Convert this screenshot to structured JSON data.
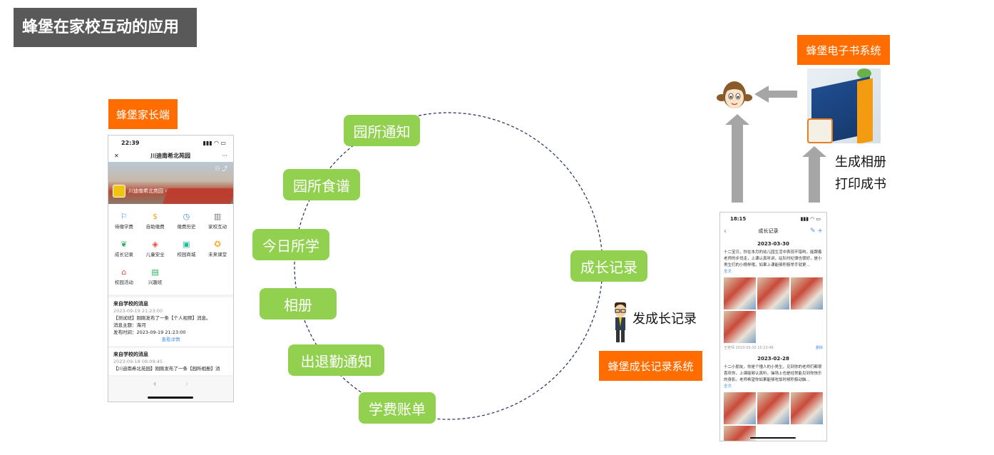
{
  "title": "蜂堡在家校互动的应用",
  "parent_app": {
    "label": "蜂堡家长端",
    "phone": {
      "status_time": "22:39",
      "nav_title": "川迪南希北苑园",
      "school_name": "川迪南希北苑园",
      "grid": [
        {
          "label": "待缴学费",
          "icon": "flag-icon",
          "symbol": "⚐",
          "color": "#4a90e2"
        },
        {
          "label": "自助缴费",
          "icon": "dollar-icon",
          "symbol": "$",
          "color": "#f5a623"
        },
        {
          "label": "缴费历史",
          "icon": "history-icon",
          "symbol": "◷",
          "color": "#4a90e2"
        },
        {
          "label": "家校互动",
          "icon": "building-icon",
          "symbol": "▥",
          "color": "#777777"
        },
        {
          "label": "成长记录",
          "icon": "sprout-icon",
          "symbol": "❦",
          "color": "#27ae60"
        },
        {
          "label": "儿童安全",
          "icon": "shield-icon",
          "symbol": "◈",
          "color": "#e74c3c"
        },
        {
          "label": "校园商城",
          "icon": "bag-icon",
          "symbol": "▣",
          "color": "#1abc9c"
        },
        {
          "label": "未来课堂",
          "icon": "bee-icon",
          "symbol": "✪",
          "color": "#f5a623"
        },
        {
          "label": "校园活动",
          "icon": "house-icon",
          "symbol": "⌂",
          "color": "#e74c3c"
        },
        {
          "label": "兴趣班",
          "icon": "badge-icon",
          "symbol": "▤",
          "color": "#27ae60"
        }
      ],
      "messages": [
        {
          "heading": "来自学校的消息",
          "time": "2023-09-19 21:23:00",
          "line1": "【测试班】刚刚发布了一条【个人视频】消息。",
          "line2": "消息主题：海河",
          "line3": "发布时间：2023-09-19 21:23:00",
          "link": "查看详情"
        },
        {
          "heading": "来自学校的消息",
          "time": "2023-09-18 08:09:45",
          "line1": "【川迪南希北苑园】刚刚发布了一条【园所相册】消"
        }
      ]
    }
  },
  "cycle_items": [
    "园所通知",
    "园所食谱",
    "今日所学",
    "相册",
    "出退勤通知",
    "学费账单",
    "成长记录"
  ],
  "teacher_action": "发成长记录",
  "growth_system_label": "蜂堡成长记录系统",
  "ebook_system_label": "蜂堡电子书系统",
  "ebook_actions": [
    "生成相册",
    "打印成书"
  ],
  "growth_phone": {
    "status_time": "18:15",
    "nav_title": "成长记录",
    "entries": [
      {
        "date": "2023-03-30",
        "text": "十二宝贝，你在本月的幼儿园生活中表现不错哟，能跟着老师的步伐走，上课认真听讲，站队时纪律也很好，是小男生们的小榜样哦，如果上课能够积极举手就更…",
        "more": "全文",
        "meta_left": "王老师  2023-03-30 15:23:48",
        "meta_right": "删除"
      },
      {
        "date": "2023-02-28",
        "text": "十二小朋友，你是个懂人的小男生，见到你的老师们都很喜欢你，上课能够认真听，操场上也是经常能见到你快乐的身影。老师希望你如果能够吃饭时候积极动脑…",
        "more": "全文"
      }
    ]
  },
  "colors": {
    "title_bg": "#595959",
    "orange": "#ff6d00",
    "green": "#92d050",
    "arrow": "#a6a6a6",
    "circle": "#1f2d5a"
  }
}
